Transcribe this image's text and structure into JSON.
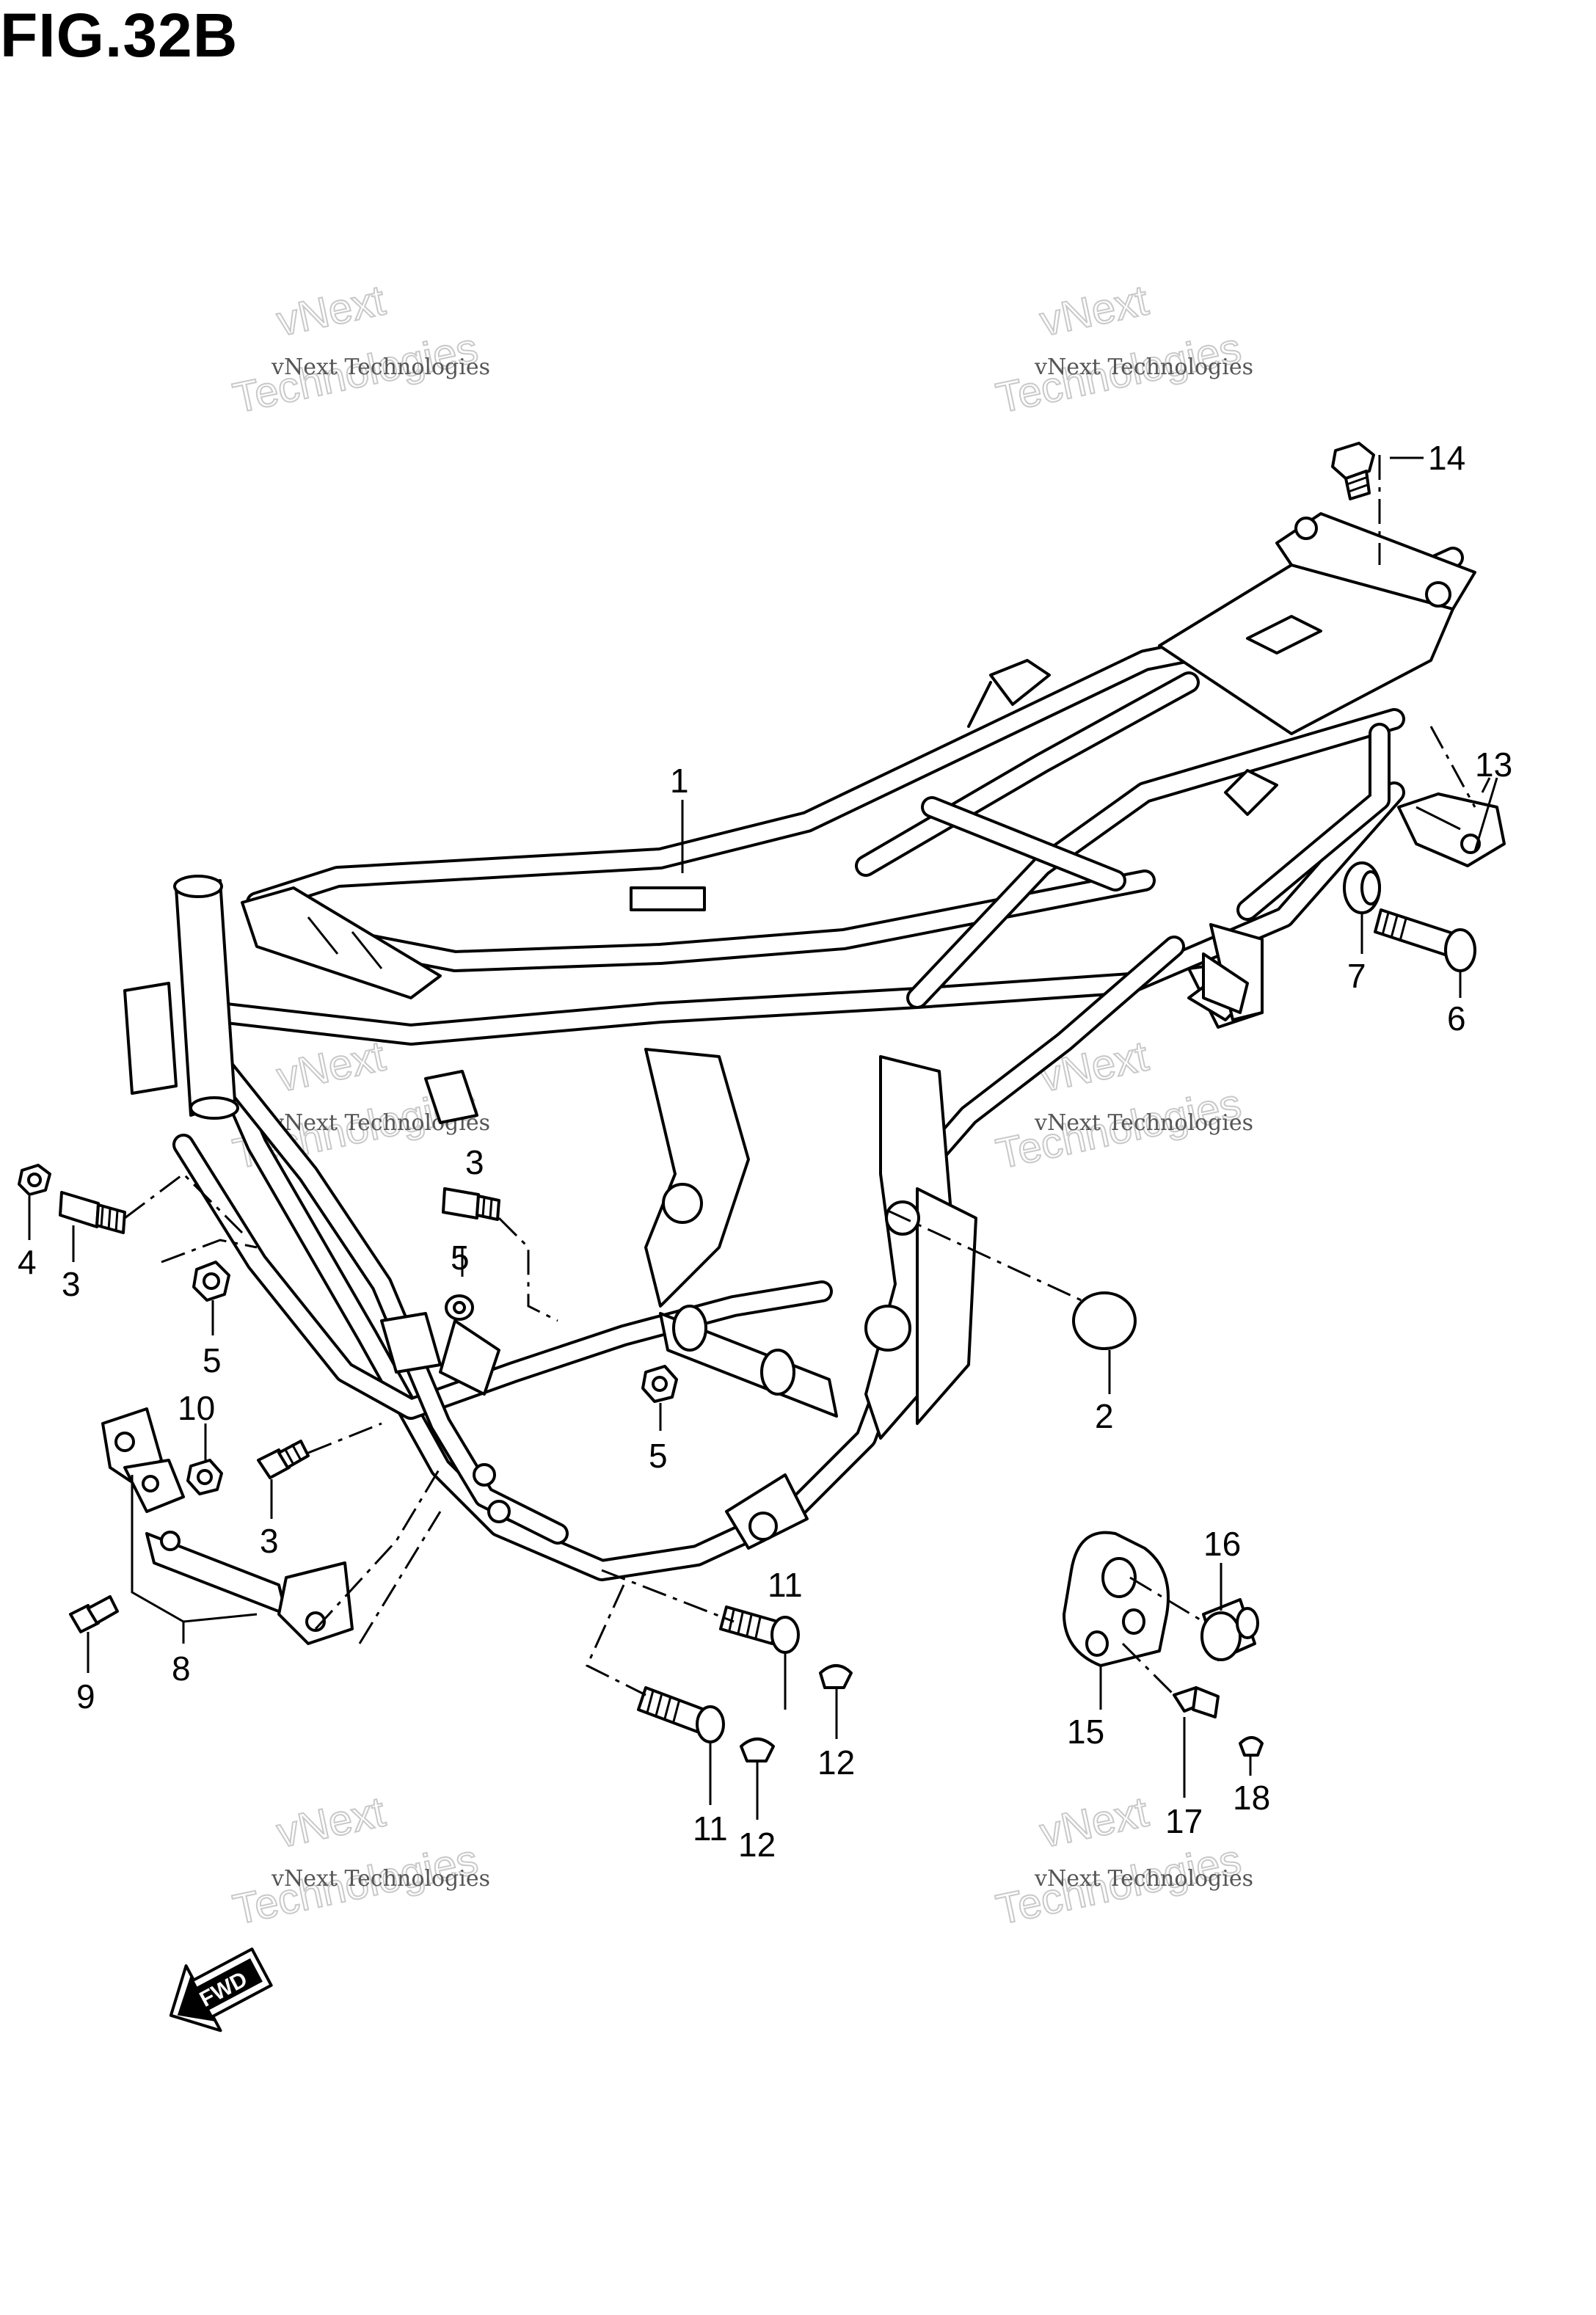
{
  "figure": {
    "title": "FIG.32B",
    "fwd_label": "FWD"
  },
  "watermark": {
    "small_text": "vNext Technologies",
    "word_1": "vNext",
    "word_2": "Technologies"
  },
  "callouts": {
    "c1": "1",
    "c2": "2",
    "c3a": "3",
    "c3b": "3",
    "c3c": "3",
    "c4": "4",
    "c5a": "5",
    "c5b": "5",
    "c5c": "5",
    "c6": "6",
    "c7": "7",
    "c8": "8",
    "c9": "9",
    "c10": "10",
    "c11a": "11",
    "c11b": "11",
    "c12a": "12",
    "c12b": "12",
    "c13": "13",
    "c14": "14",
    "c15": "15",
    "c16": "16",
    "c17": "17",
    "c18": "18"
  }
}
